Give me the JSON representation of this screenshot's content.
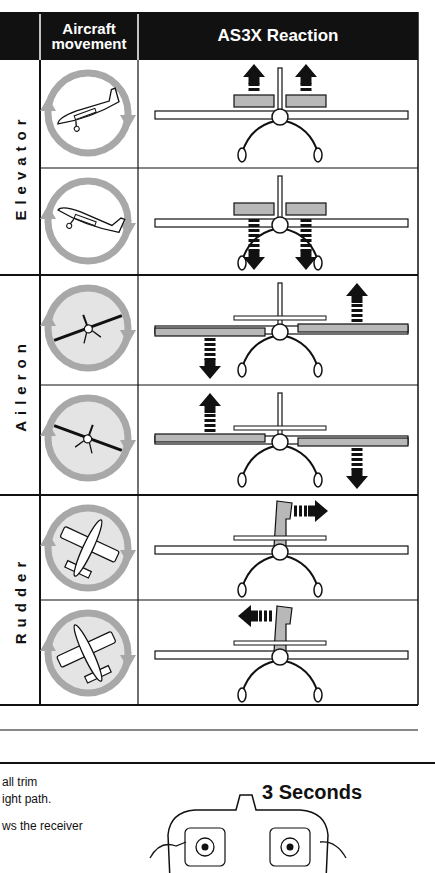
{
  "diagram": {
    "labels": [
      "Aircraft movement",
      "AS3X Reaction",
      "Elevator",
      "Aileron",
      "Rudder",
      "all trim",
      "ight path.",
      "ws the receiver",
      "3 Seconds"
    ]
  }
}
